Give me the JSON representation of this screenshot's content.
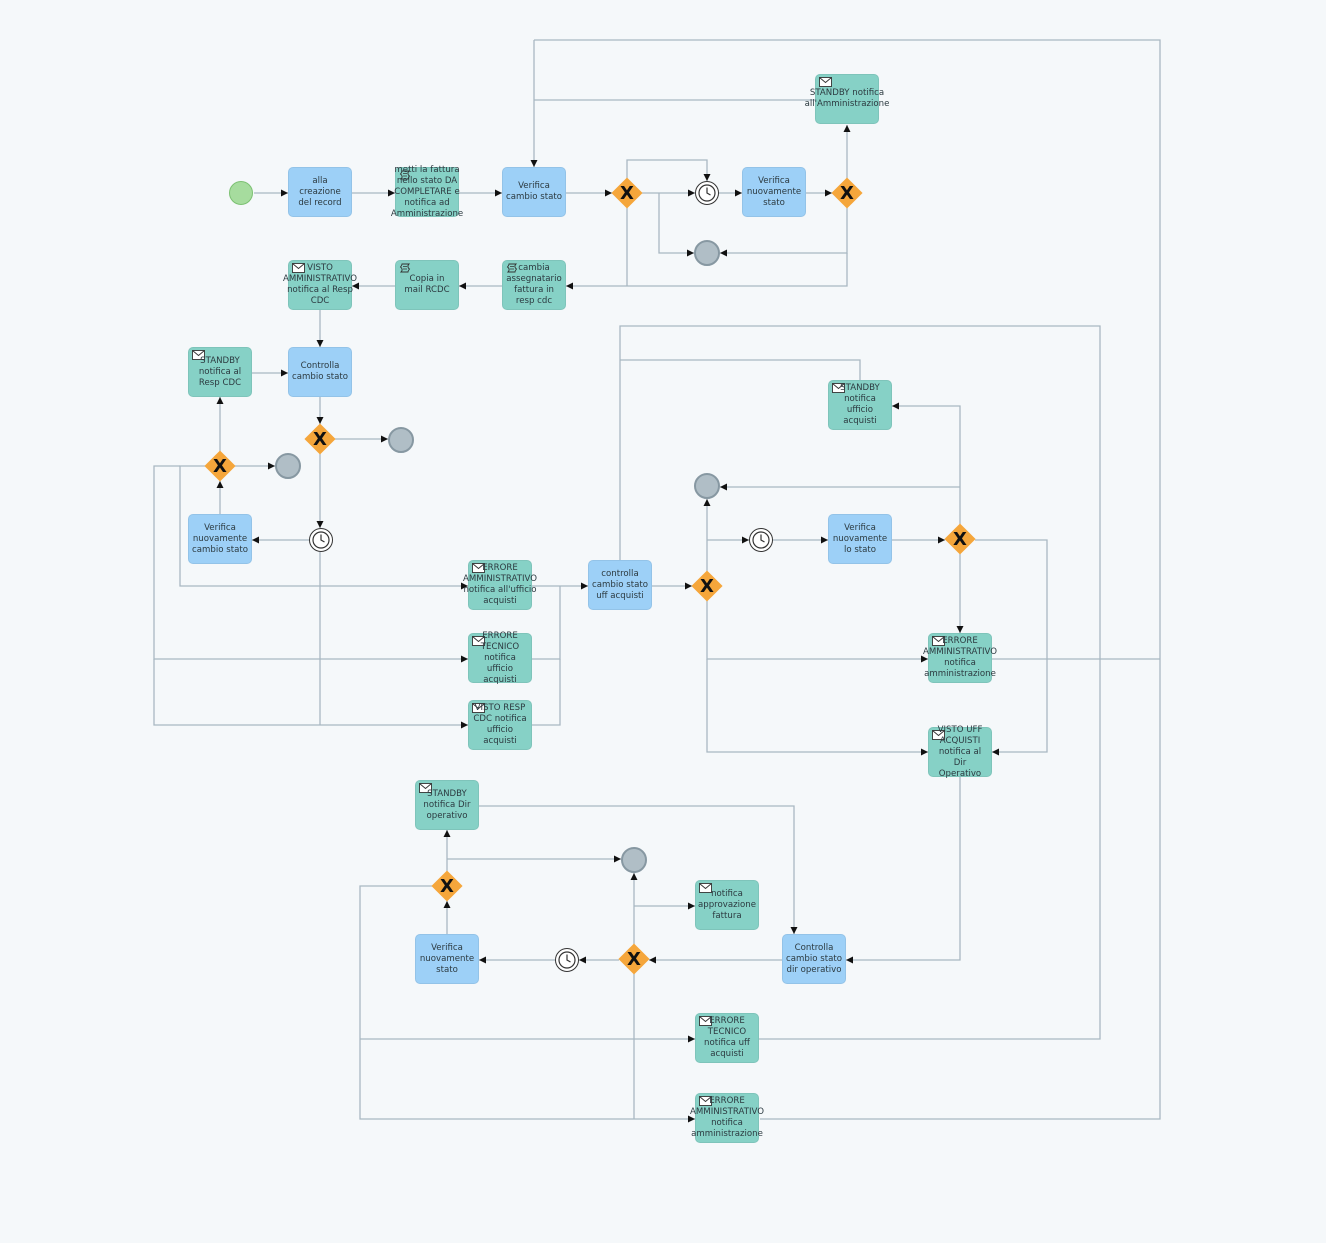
{
  "colors": {
    "background": "#f5f8fa",
    "user_task": "#9dd0f7",
    "message_task": "#86d1c6",
    "gateway": "#f5a63b",
    "start_event": "#a6dc9e",
    "end_event": "#b0bec6",
    "flow_line": "#a9b8c2"
  },
  "gateway_symbol": "X",
  "tasks": {
    "t1": "alla creazione del record",
    "t2": "metti la fattura nello stato DA COMPLETARE e notifica ad Amministrazione",
    "t3": "Verifica cambio stato",
    "t4": "Verifica nuovamente stato",
    "t5": "STANDBY notifica all'Amministrazione",
    "t6": "cambia assegnatario fattura in resp cdc",
    "t7": "Copia in mail RCDC",
    "t8": "VISTO AMMINISTRATIVO notifica al Resp CDC",
    "t9": "STANDBY notifica al Resp CDC",
    "t10": "Controlla cambio stato",
    "t11": "Verifica nuovamente cambio stato",
    "t12": "ERRORE AMMINISTRATIVO notifica all'ufficio acquisti",
    "t13": "ERRORE TECNICO notifica ufficio acquisti",
    "t14": "VISTO RESP CDC notifica ufficio acquisti",
    "t15": "controlla cambio stato uff acquisti",
    "t16": "STANDBY notifica ufficio acquisti",
    "t17": "Verifica nuovamente lo stato",
    "t18": "ERRORE AMMINISTRATIVO notifica amministrazione",
    "t19": "VISTO UFF ACQUISTI notifica al Dir Operativo",
    "t20": "STANDBY notifica Dir operativo",
    "t21": "notifica approvazione fattura",
    "t22": "Verifica nuovamente stato",
    "t23": "Controlla cambio stato dir operativo",
    "t24": "ERRORE TECNICO notifica uff acquisti",
    "t25": "ERRORE AMMINISTRATIVO notifica amministrazione"
  }
}
